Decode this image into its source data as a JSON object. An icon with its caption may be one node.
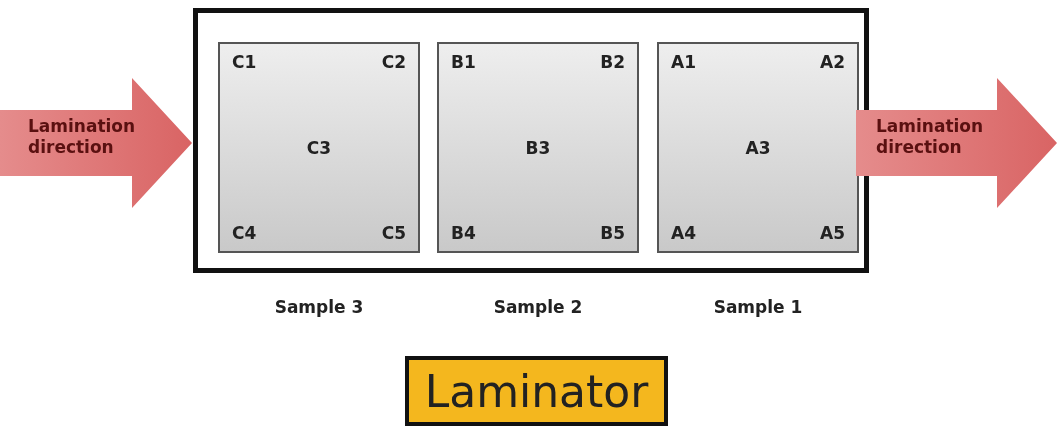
{
  "diagram": {
    "nodes": [
      {
        "text": [
          "Lamination direction"
        ]
      },
      {
        "text": [],
        "shape": "box"
      },
      {
        "text": [
          "C1",
          "C2",
          "C3",
          "C4",
          "C5"
        ],
        "in": 1,
        "beside": [
          "Sample 3"
        ]
      },
      {
        "text": [
          "B1",
          "B2",
          "B3",
          "B4",
          "B5"
        ],
        "in": 1,
        "beside": [
          "Sample 2"
        ]
      },
      {
        "text": [
          "A1",
          "A2",
          "A3",
          "A4",
          "A5"
        ],
        "in": 1,
        "beside": [
          "Sample 1"
        ]
      },
      {
        "text": [
          "Lamination direction"
        ]
      },
      {
        "text": [
          "Laminator"
        ]
      }
    ],
    "edges": []
  }
}
